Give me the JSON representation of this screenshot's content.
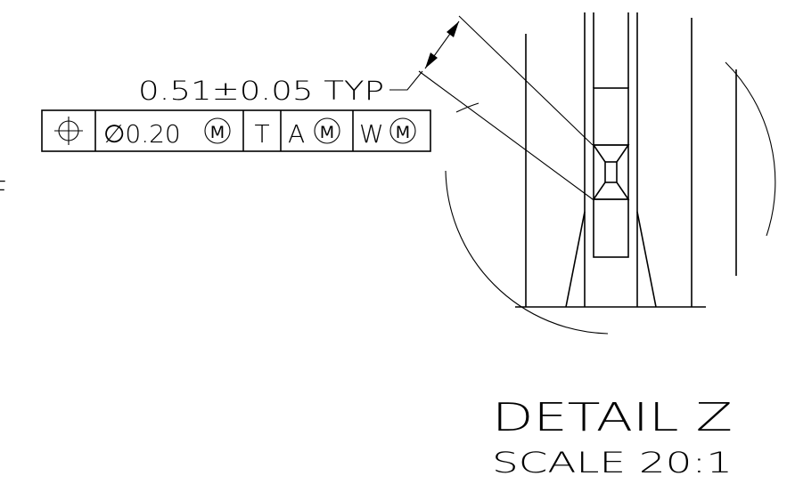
{
  "dimension": {
    "text": "0.51±0.05 TYP"
  },
  "feature_control_frame": {
    "symbol": "⊕",
    "tolerance": "∅0.20",
    "tolerance_modifier": "M",
    "datum_1": "T",
    "datum_2": "A",
    "datum_2_modifier": "M",
    "datum_3": "W",
    "datum_3_modifier": "M"
  },
  "edge_fragment": {
    "text": "F"
  },
  "detail": {
    "title": "DETAIL  Z",
    "scale": "SCALE  20:1"
  }
}
